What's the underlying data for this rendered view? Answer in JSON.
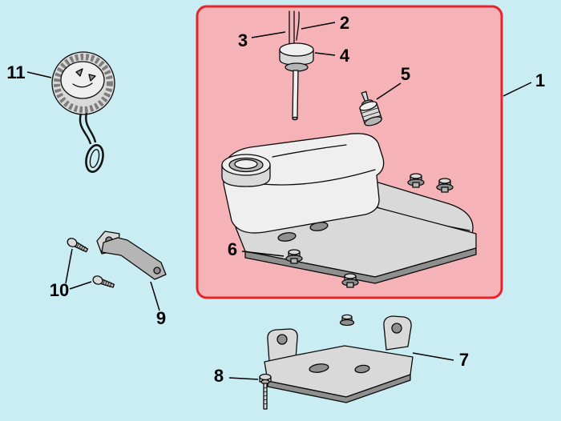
{
  "diagram": {
    "colors": {
      "background": "#c9edf2",
      "box_fill": "#f5b3b8",
      "box_border": "#e8242b",
      "line": "#000000"
    },
    "callouts": [
      {
        "number": "1"
      },
      {
        "number": "2"
      },
      {
        "number": "3"
      },
      {
        "number": "4"
      },
      {
        "number": "5"
      },
      {
        "number": "6"
      },
      {
        "number": "7"
      },
      {
        "number": "8"
      },
      {
        "number": "9"
      },
      {
        "number": "10"
      },
      {
        "number": "11"
      }
    ]
  }
}
